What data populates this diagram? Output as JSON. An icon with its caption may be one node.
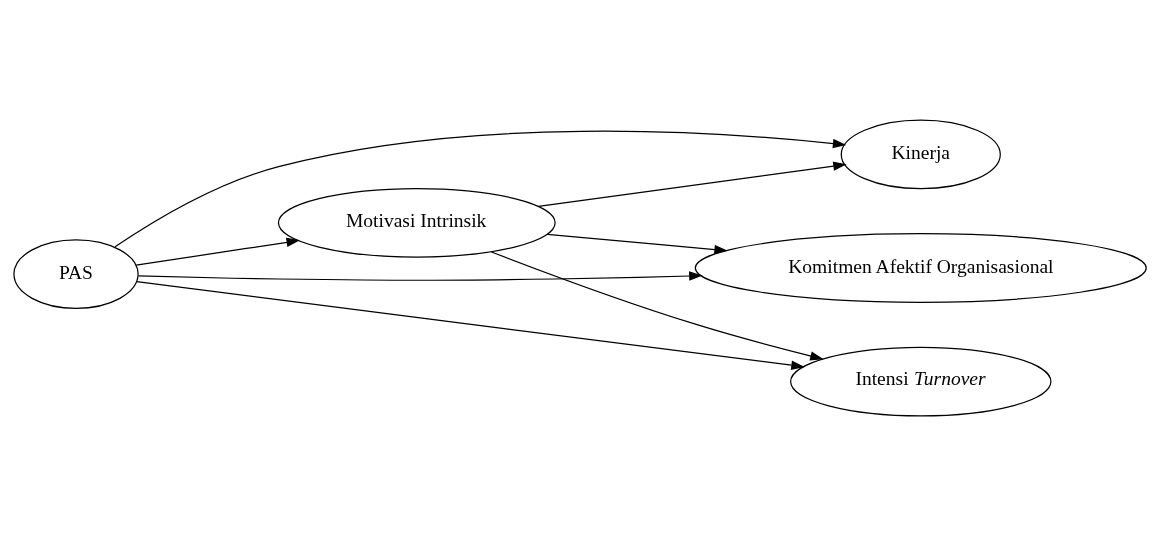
{
  "diagram": {
    "nodes": [
      {
        "text": [
          "PAS"
        ]
      },
      {
        "text": [
          "Motivasi Intrinsik"
        ]
      },
      {
        "text": [
          "Kinerja"
        ]
      },
      {
        "text": [
          "Komitmen Afektif Organisasional"
        ]
      },
      {
        "text": [
          "Intensi *Turnover*"
        ]
      }
    ],
    "edges": [
      {
        "from": 0,
        "to": 2,
        "arrow": "to"
      },
      {
        "from": 0,
        "to": 1,
        "arrow": "to"
      },
      {
        "from": 0,
        "to": 3,
        "arrow": "to"
      },
      {
        "from": 0,
        "to": 4,
        "arrow": "to"
      },
      {
        "from": 1,
        "to": 2,
        "arrow": "to"
      },
      {
        "from": 1,
        "to": 3,
        "arrow": "to"
      },
      {
        "from": 1,
        "to": 4,
        "arrow": "to"
      }
    ]
  }
}
